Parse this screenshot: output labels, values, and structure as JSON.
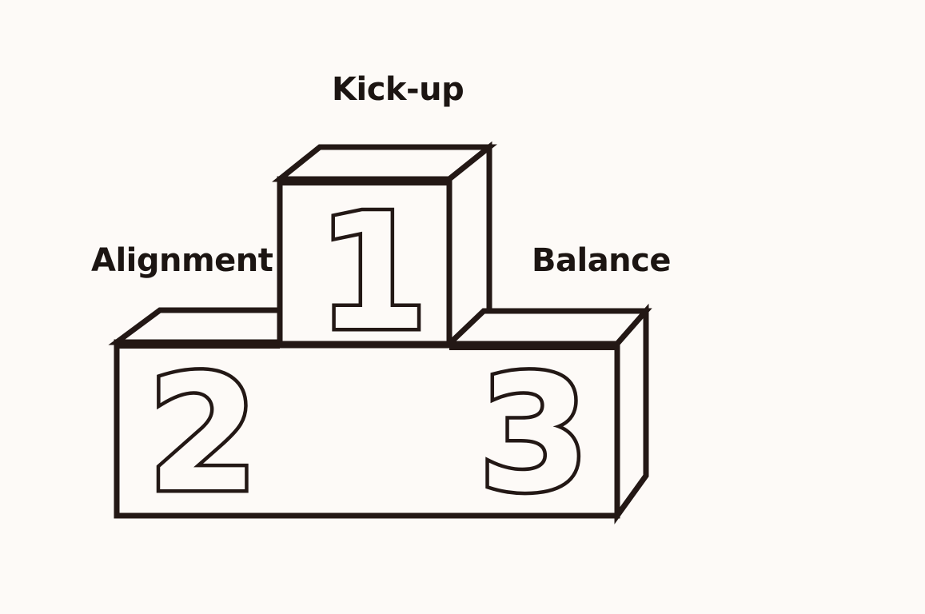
{
  "background": "#fdfaf7",
  "line_color": "#231815",
  "podium": [
    {
      "place": "1",
      "label": "Kick-up"
    },
    {
      "place": "2",
      "label": "Alignment"
    },
    {
      "place": "3",
      "label": "Balance"
    }
  ]
}
